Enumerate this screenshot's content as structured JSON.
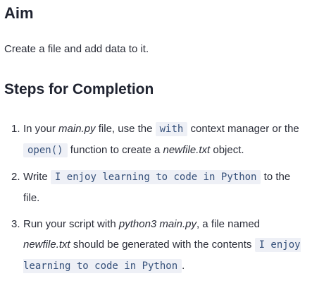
{
  "aim": {
    "title": "Aim",
    "text": "Create a file and add data to it."
  },
  "steps_section": {
    "title": "Steps for Completion",
    "steps": [
      {
        "number": "1.",
        "t1": "In your ",
        "file": "main.py",
        "t2": " file, use the ",
        "code1": "with",
        "t3": " context manager or the ",
        "code2": "open()",
        "t4": " function to create a ",
        "newfile": "newfile.txt",
        "t5": " object."
      },
      {
        "number": "2.",
        "t1": "Write ",
        "code1": "I enjoy learning to code in Python",
        "t2": " to the file."
      },
      {
        "number": "3.",
        "t1": "Run your script with ",
        "cmd": "python3 main.py",
        "t2": ", a file named ",
        "newfile": "newfile.txt",
        "t3": " should be generated with the contents ",
        "code1": "I enjoy learning to code in Python",
        "t4": "."
      }
    ]
  }
}
